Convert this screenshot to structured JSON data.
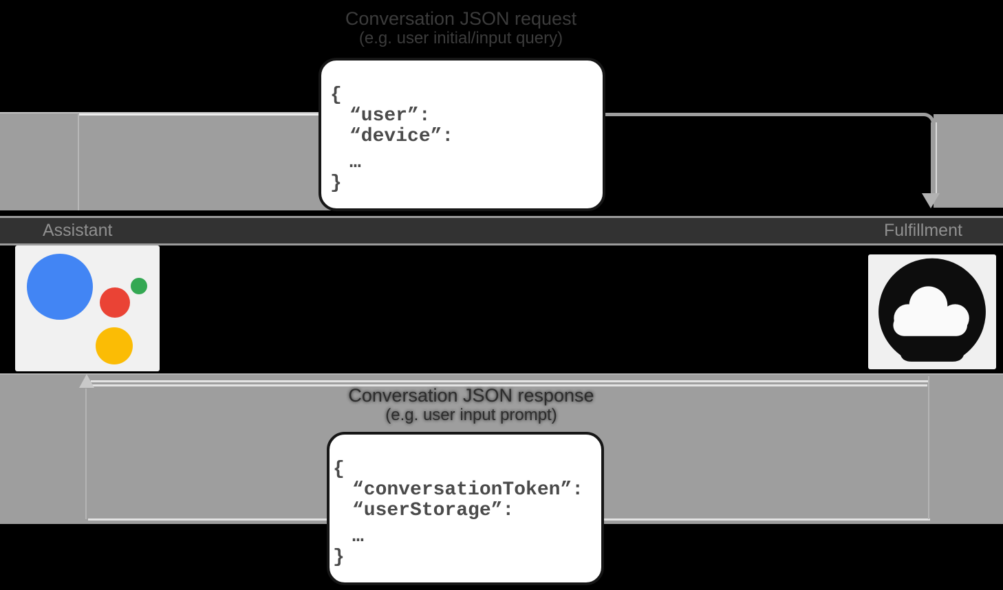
{
  "diagram": {
    "request_flow": {
      "title": "Conversation JSON request",
      "subtitle": "(e.g. user initial/input query)",
      "code_lines": [
        "{",
        "“user”:",
        "“device”:",
        "…",
        "}"
      ]
    },
    "response_flow": {
      "title": "Conversation JSON response",
      "subtitle": "(e.g. user input prompt)",
      "code_lines": [
        "{",
        "“conversationToken”:",
        "“userStorage”:",
        "…",
        "}"
      ]
    },
    "nodes": {
      "assistant": {
        "label": "Assistant",
        "icon": "google-assistant-logo"
      },
      "fulfillment": {
        "label": "Fulfillment",
        "icon": "cloud-icon"
      }
    },
    "colors": {
      "background": "#000000",
      "arrow_gray": "#9e9e9e",
      "label_band": "#323232",
      "card_bg": "#f1f1f1",
      "code_text": "#4a4a4a",
      "assistant_blue": "#4285f4",
      "assistant_red": "#ea4335",
      "assistant_green": "#34a853",
      "assistant_yellow": "#fbbc05",
      "cloud_icon_black": "#0d0d0d"
    }
  }
}
